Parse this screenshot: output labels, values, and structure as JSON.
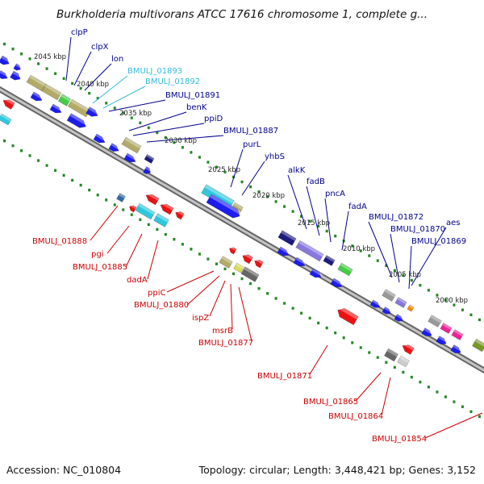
{
  "title": "Burkholderia multivorans ATCC 17616 chromosome 1, complete g...",
  "footer": {
    "accession": "Accession: NC_010804",
    "topology": "Topology: circular; Length: 3,448,421 bp; Genes: 3,152"
  },
  "colors": {
    "forward_gene": "#1a1aee",
    "reverse_gene": "#ee1111",
    "forward_label": "#00008b",
    "reverse_label": "#cc0000",
    "highlight_label": "#33bbdd",
    "dots": "#228822",
    "backbone": "#888888"
  },
  "kbp_ticks": [
    "2045 kbp",
    "2040 kbp",
    "2035 kbp",
    "2030 kbp",
    "2025 kbp",
    "2020 kbp",
    "2015 kbp",
    "2010 kbp",
    "2005 kbp",
    "2000 kbp"
  ],
  "forward_labels": [
    {
      "text": "clpP",
      "tone": "normal"
    },
    {
      "text": "clpX",
      "tone": "normal"
    },
    {
      "text": "lon",
      "tone": "normal"
    },
    {
      "text": "BMULJ_01893",
      "tone": "highlight"
    },
    {
      "text": "BMULJ_01892",
      "tone": "highlight"
    },
    {
      "text": "BMULJ_01891",
      "tone": "normal"
    },
    {
      "text": "benK",
      "tone": "normal"
    },
    {
      "text": "ppiD",
      "tone": "normal"
    },
    {
      "text": "BMULJ_01887",
      "tone": "normal"
    },
    {
      "text": "purL",
      "tone": "normal"
    },
    {
      "text": "yhbS",
      "tone": "normal"
    },
    {
      "text": "alkK",
      "tone": "normal"
    },
    {
      "text": "fadB",
      "tone": "normal"
    },
    {
      "text": "pncA",
      "tone": "normal"
    },
    {
      "text": "fadA",
      "tone": "normal"
    },
    {
      "text": "BMULJ_01872",
      "tone": "normal"
    },
    {
      "text": "BMULJ_01870",
      "tone": "normal"
    },
    {
      "text": "aes",
      "tone": "normal"
    },
    {
      "text": "BMULJ_01869",
      "tone": "normal"
    }
  ],
  "reverse_labels": [
    "BMULJ_01888",
    "pgi",
    "BMULJ_01885",
    "dadA",
    "ppiC",
    "BMULJ_01880",
    "ispZ",
    "msrB",
    "BMULJ_01877",
    "BMULJ_01871",
    "BMULJ_01865",
    "BMULJ_01864",
    "BMULJ_01854"
  ]
}
